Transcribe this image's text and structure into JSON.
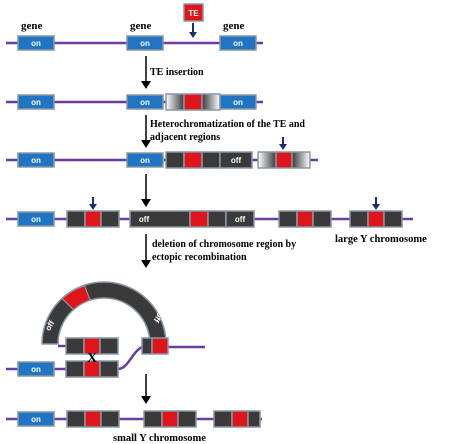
{
  "labels": {
    "gene": "gene",
    "te": "TE",
    "on": "on",
    "off": "off",
    "x_mark": "X"
  },
  "steps": {
    "te_insertion": "TE insertion",
    "heterochromatization_1": "Heterochromatization of the TE and",
    "heterochromatization_2": "adjacent regions",
    "deletion_1": "deletion of chromosome region by",
    "deletion_2": "ectopic recombination"
  },
  "results": {
    "large_y": "large Y chromosome",
    "small_y": "small Y chromosome"
  },
  "colors": {
    "chromosome_line": "#6a3ba0",
    "gene_on": "#1f74c4",
    "te_red": "#e0141b",
    "heterochromatin": "#3a3a3a",
    "box_border": "#8a97a6",
    "arrow_blue": "#1a2f6e"
  }
}
